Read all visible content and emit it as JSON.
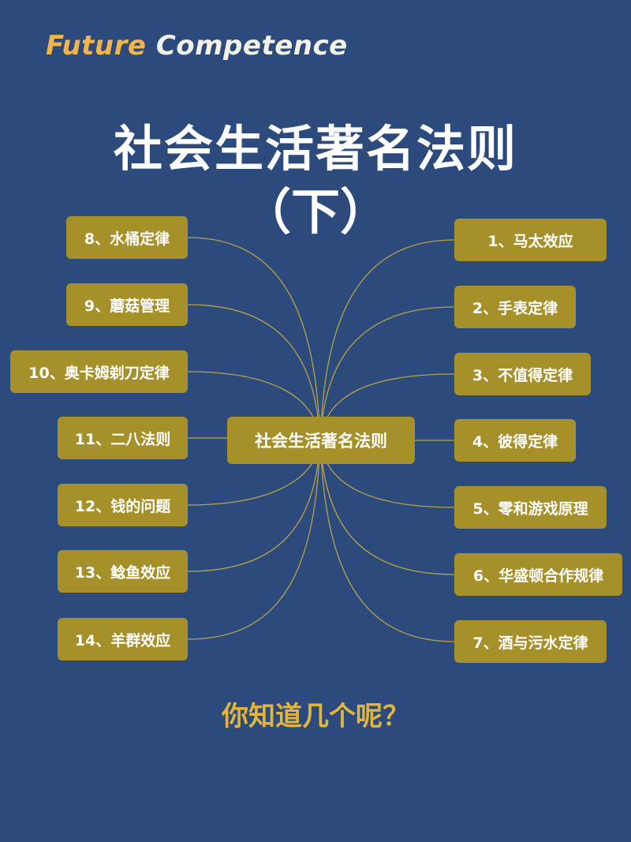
{
  "brand": {
    "word1": "Future",
    "word2": "Competence"
  },
  "title": {
    "line1": "社会生活著名法则",
    "line2": "（下）"
  },
  "center_label": "社会生活著名法则",
  "left_items": [
    {
      "label": "8、水桶定律"
    },
    {
      "label": "9、蘑菇管理"
    },
    {
      "label": "10、奥卡姆剃刀定律"
    },
    {
      "label": "11、二八法则"
    },
    {
      "label": "12、钱的问题"
    },
    {
      "label": "13、鲶鱼效应"
    },
    {
      "label": "14、羊群效应"
    }
  ],
  "right_items": [
    {
      "label": "1、马太效应"
    },
    {
      "label": "2、手表定律"
    },
    {
      "label": "3、不值得定律"
    },
    {
      "label": "4、彼得定律"
    },
    {
      "label": "5、零和游戏原理"
    },
    {
      "label": "6、华盛顿合作规律"
    },
    {
      "label": "7、酒与污水定律"
    }
  ],
  "footer": "你知道几个呢？",
  "colors": {
    "background": "#2c4b7c",
    "node": "#a6902a",
    "connector": "#b7a24a",
    "footer_text": "#e2b53c",
    "brand_accent": "#f3b54a"
  }
}
